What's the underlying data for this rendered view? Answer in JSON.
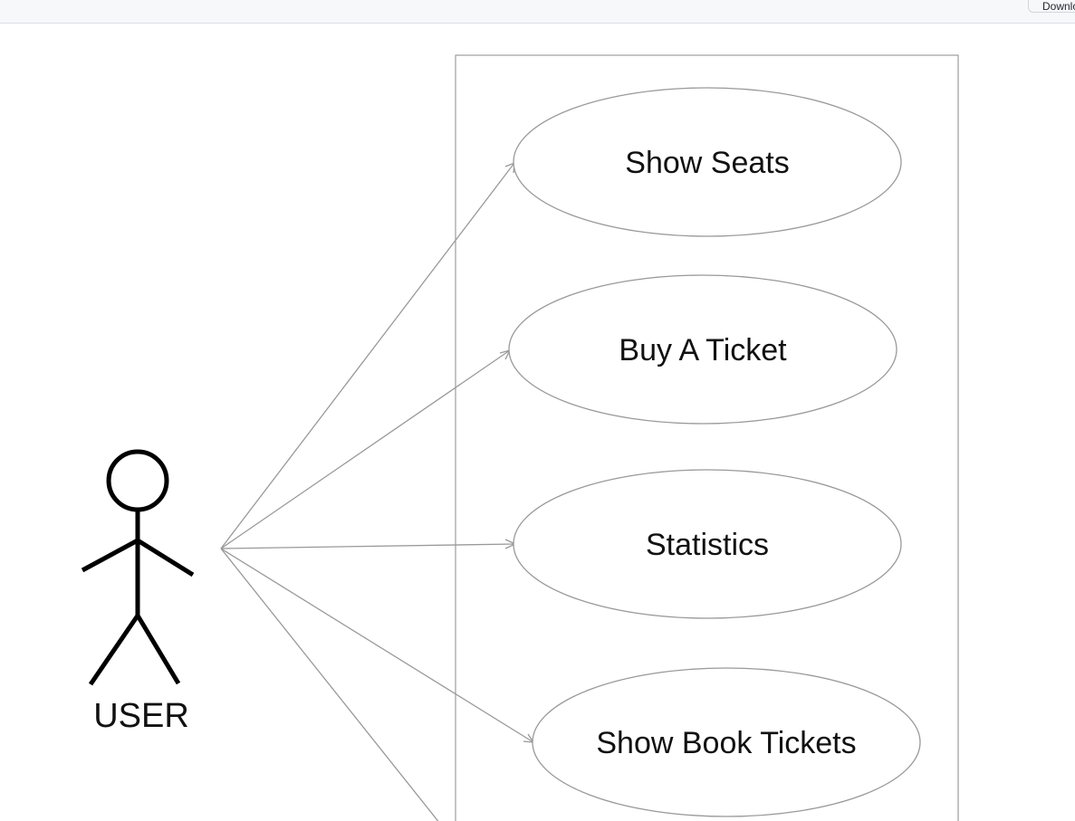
{
  "toolbar": {
    "download_label": "Download"
  },
  "diagram": {
    "actor": {
      "label": "USER"
    },
    "use_cases": [
      {
        "label": "Show Seats"
      },
      {
        "label": "Buy A Ticket"
      },
      {
        "label": "Statistics"
      },
      {
        "label": "Show Book Tickets"
      }
    ]
  }
}
